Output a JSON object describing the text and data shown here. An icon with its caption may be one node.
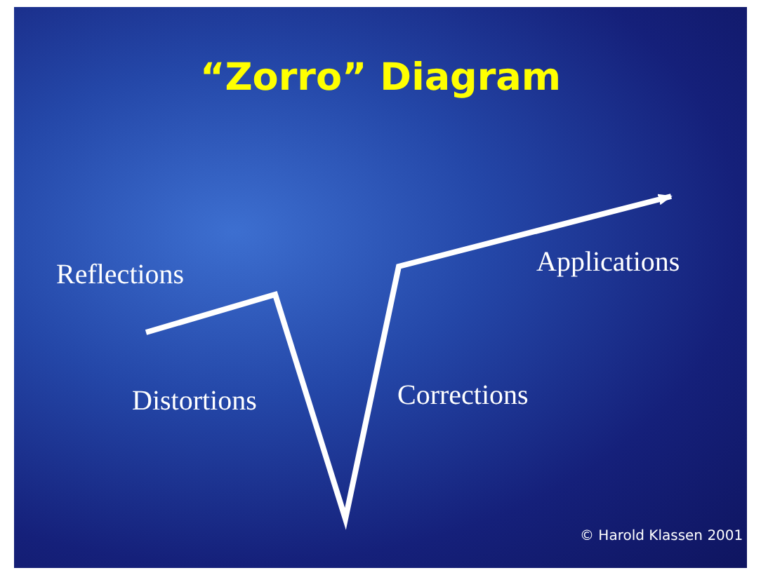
{
  "diagram": {
    "title": "“Zorro” Diagram",
    "labels": [
      "Reflections",
      "Applications",
      "Distortions",
      "Corrections",
      "© Harold Klassen 2001"
    ]
  }
}
